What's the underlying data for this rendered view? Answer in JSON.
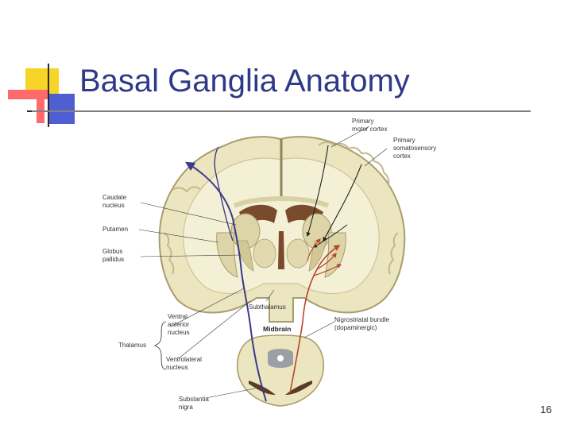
{
  "slide": {
    "title": "Basal Ganglia Anatomy",
    "page_number": "16"
  },
  "figure": {
    "labels": {
      "primary_motor_1": "Primary",
      "primary_motor_2": "motor cortex",
      "somatosensory_1": "Primary",
      "somatosensory_2": "somatosensory",
      "somatosensory_3": "cortex",
      "caudate_1": "Caudate",
      "caudate_2": "nucleus",
      "putamen": "Putamen",
      "globus_1": "Globus",
      "globus_2": "pallidus",
      "subthalamus": "Subthalamus",
      "ventral_1": "Ventral",
      "ventral_2": "anterior",
      "ventral_3": "nucleus",
      "thalamus": "Thalamus",
      "ventrolateral_1": "Ventrolateral",
      "ventrolateral_2": "nucleus",
      "midbrain": "Midbrain",
      "nigrostriatal_1": "Nigrostriatal bundle",
      "nigrostriatal_2": "(dopaminergic)",
      "substantia_1": "Substantia",
      "substantia_2": "nigra"
    },
    "colors": {
      "tissue": "#ebe6bf",
      "tissue_edge": "#a89d6c",
      "ventricle": "#7a4a2c",
      "efferent_path": "#3b3a8c",
      "dopaminergic_path": "#b8452e",
      "pointer": "#333333"
    }
  },
  "decoration": {
    "yellow": "#f6d428",
    "red": "#ff6b6b",
    "blue": "#4f5fd1",
    "line": "#2a2a2a"
  }
}
